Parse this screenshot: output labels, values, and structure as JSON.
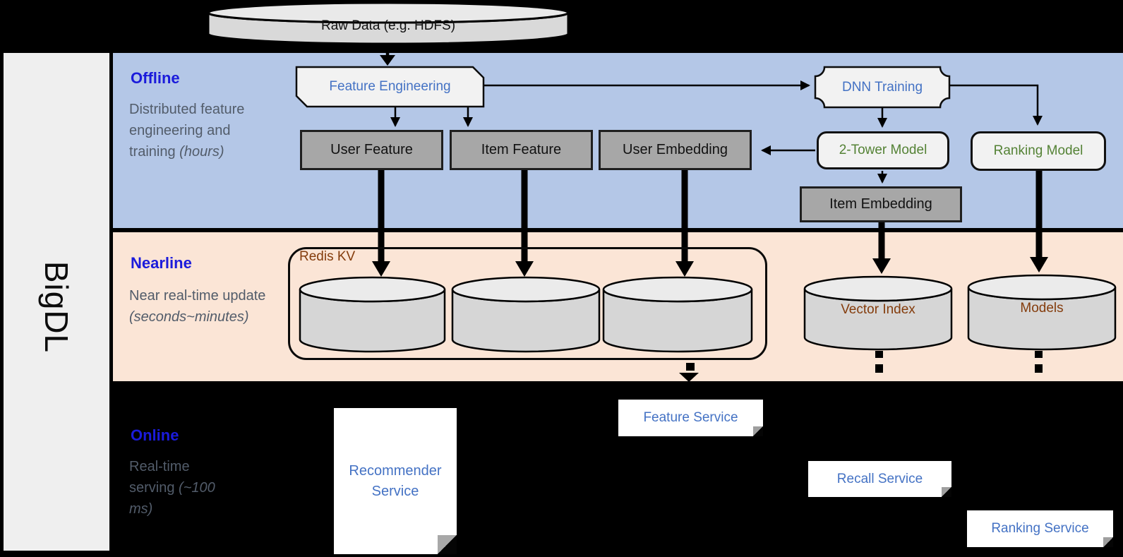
{
  "brand": "BigDL",
  "raw_data_label": "Raw Data (e.g. HDFS)",
  "sections": {
    "offline": {
      "title": "Offline",
      "desc": "Distributed feature engineering and training ",
      "desc_italic": "(hours)"
    },
    "nearline": {
      "title": "Nearline",
      "desc": "Near real-time update ",
      "desc_italic": "(seconds~minutes)"
    },
    "online": {
      "title": "Online",
      "desc": "Real-time serving ",
      "desc_italic": "(~100 ms)"
    }
  },
  "nodes": {
    "feature_engineering": "Feature Engineering",
    "dnn_training": "DNN Training",
    "user_feature": "User Feature",
    "item_feature": "Item Feature",
    "user_embedding": "User Embedding",
    "two_tower_model": "2-Tower Model",
    "ranking_model": "Ranking Model",
    "item_embedding": "Item Embedding",
    "redis_kv": "Redis KV",
    "vector_index": "Vector Index",
    "models": "Models",
    "recommender_service": "Recommender Service",
    "feature_service": "Feature Service",
    "recall_service": "Recall Service",
    "ranking_service": "Ranking Service"
  },
  "colors": {
    "section_title_blue": "#1b1bdb",
    "section_desc_gray": "#525c6a",
    "panel_offline_blue": "#b4c7e7",
    "panel_nearline_peach": "#fbe5d6",
    "node_text_blue": "#4472c4",
    "node_text_green": "#548235",
    "node_text_brown": "#843c0c",
    "gray_box_fill": "#a7a7a7",
    "light_box_fill": "#f2f2f2",
    "cylinder_fill": "#d6d6d6",
    "sidebar_gray": "#efefef",
    "background_black": "#000000"
  }
}
